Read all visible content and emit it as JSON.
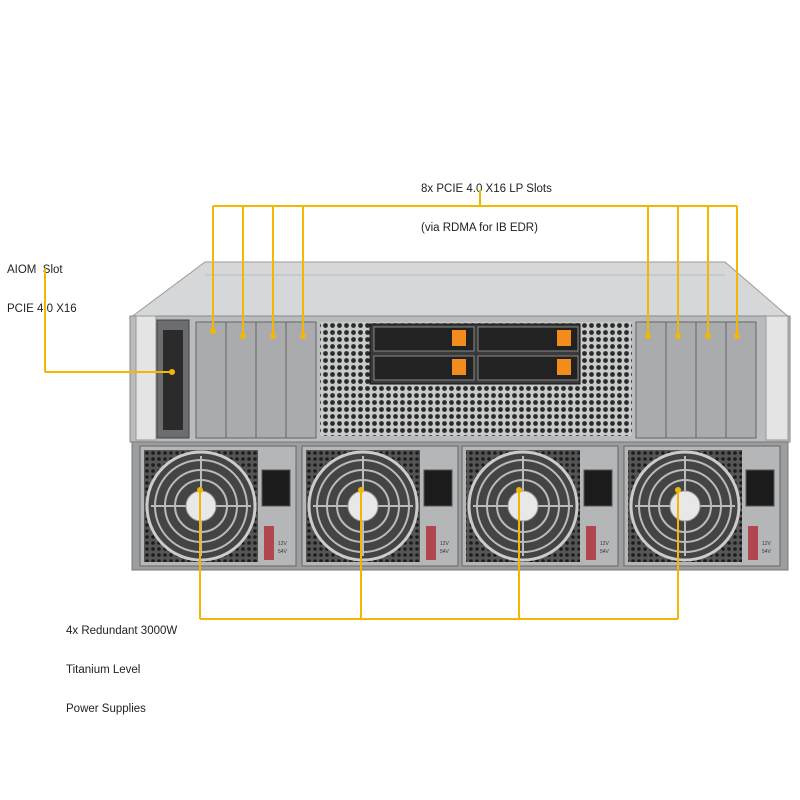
{
  "callouts": {
    "pcie_slots": {
      "line1": "8x PCIE 4.0 X16 LP Slots",
      "line2": "(via RDMA for IB EDR)"
    },
    "aiom": {
      "line1": "AIOM  Slot",
      "line2": "PCIE 4.0 X16"
    },
    "psu": {
      "line1": "4x Redundant 3000W",
      "line2": "Titanium Level",
      "line3": "Power Supplies"
    }
  },
  "psu_labels": {
    "v1": "12V",
    "v2": "54V"
  },
  "colors": {
    "callout": "#f2b705",
    "chassis": "#b9bbbd",
    "drive_latch": "#f28c1c"
  }
}
